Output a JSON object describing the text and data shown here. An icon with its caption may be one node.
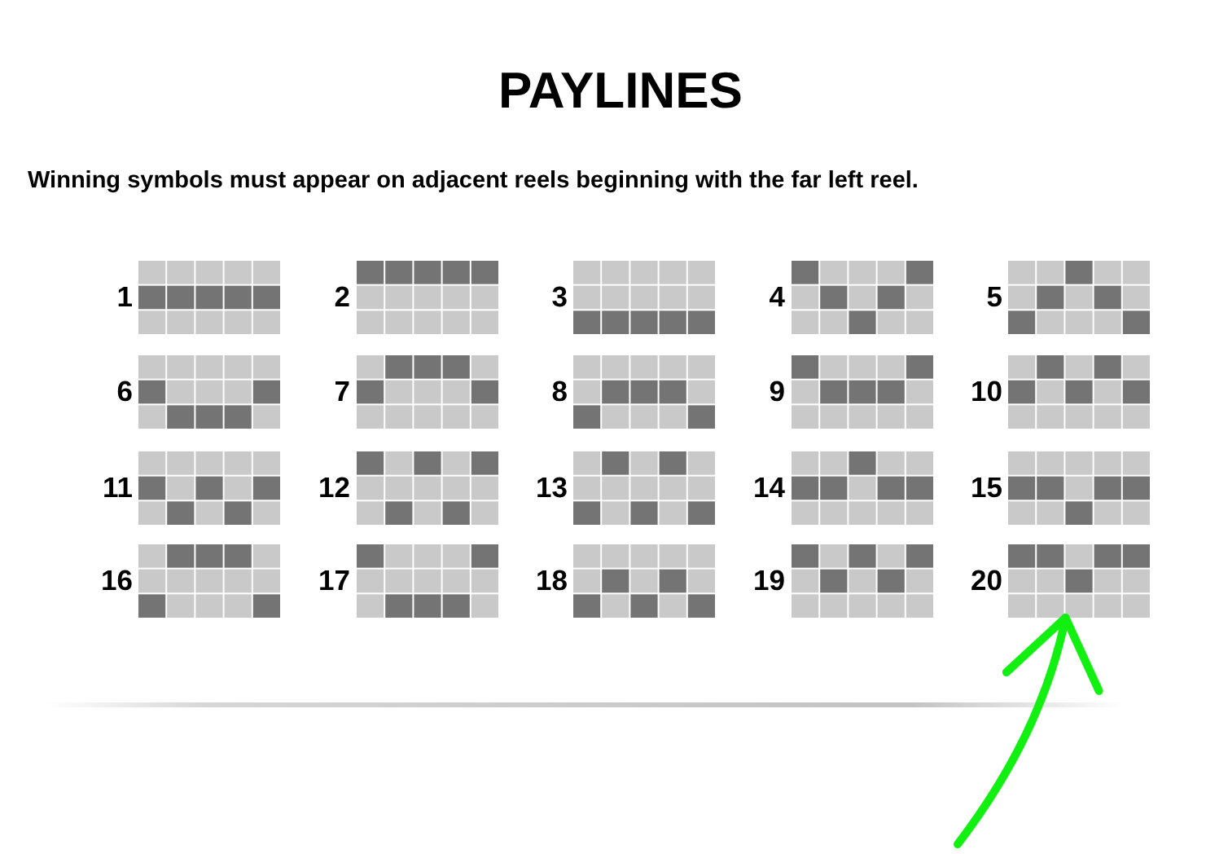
{
  "diagram": {
    "title": "PAYLINES",
    "nodes": [
      {
        "text": [],
        "shape": "grid",
        "beside": [
          "1"
        ]
      },
      {
        "text": [],
        "shape": "grid",
        "beside": [
          "2"
        ]
      },
      {
        "text": [],
        "shape": "grid",
        "beside": [
          "3"
        ]
      },
      {
        "text": [],
        "shape": "grid",
        "beside": [
          "4"
        ]
      },
      {
        "text": [],
        "shape": "grid",
        "beside": [
          "5"
        ]
      },
      {
        "text": [],
        "shape": "grid",
        "beside": [
          "6"
        ]
      },
      {
        "text": [],
        "shape": "grid",
        "beside": [
          "7"
        ]
      },
      {
        "text": [],
        "shape": "grid",
        "beside": [
          "8"
        ]
      },
      {
        "text": [],
        "shape": "grid",
        "beside": [
          "9"
        ]
      },
      {
        "text": [],
        "shape": "grid",
        "beside": [
          "10"
        ]
      },
      {
        "text": [],
        "shape": "grid",
        "beside": [
          "11"
        ]
      },
      {
        "text": [],
        "shape": "grid",
        "beside": [
          "12"
        ]
      },
      {
        "text": [],
        "shape": "grid",
        "beside": [
          "13"
        ]
      },
      {
        "text": [],
        "shape": "grid",
        "beside": [
          "14"
        ]
      },
      {
        "text": [],
        "shape": "grid",
        "beside": [
          "15"
        ]
      },
      {
        "text": [],
        "shape": "grid",
        "beside": [
          "16"
        ]
      },
      {
        "text": [],
        "shape": "grid",
        "beside": [
          "17"
        ]
      },
      {
        "text": [],
        "shape": "grid",
        "beside": [
          "18"
        ]
      },
      {
        "text": [],
        "shape": "grid",
        "beside": [
          "19"
        ]
      },
      {
        "text": [],
        "shape": "grid",
        "beside": [
          "20"
        ]
      }
    ],
    "edges": [
      {
        "from": null,
        "to": 19,
        "arrow": "to",
        "color": "#12f012"
      }
    ],
    "labels": [
      "Winning symbols must appear on adjacent reels beginning with the far left reel."
    ]
  }
}
